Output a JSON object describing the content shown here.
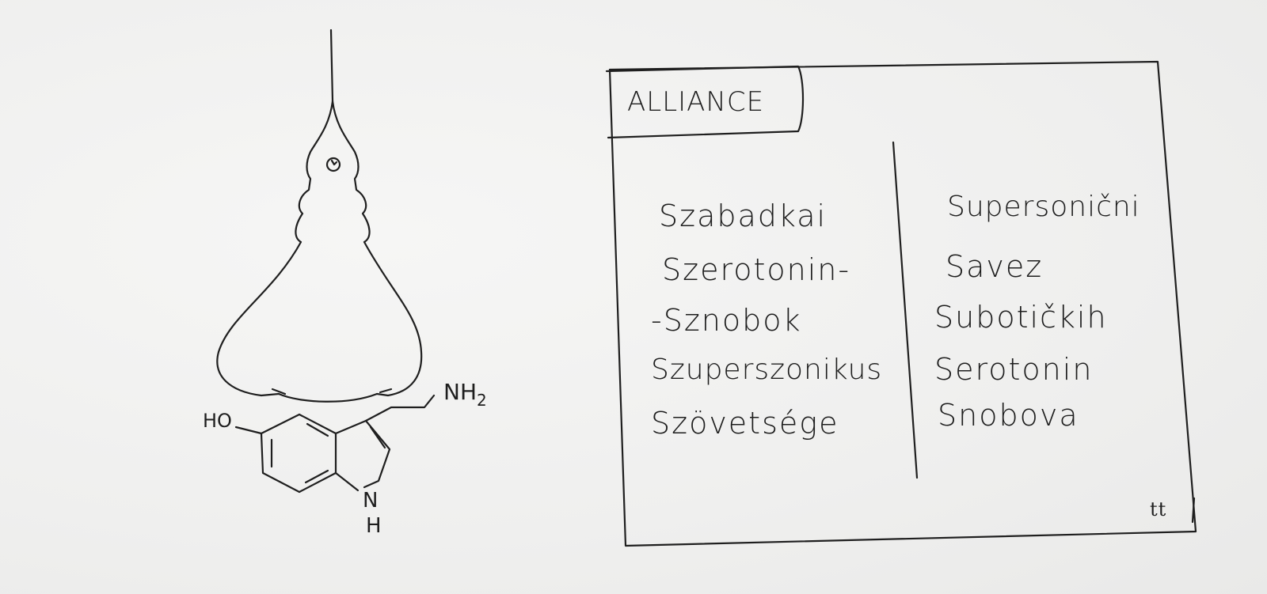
{
  "drawing": {
    "molecule_labels": {
      "hydroxyl": "HO",
      "amine": "NH",
      "amine_subscript": "2",
      "ring_n": "N",
      "ring_h": "H"
    },
    "sign": {
      "tab_label": "ALLIANCE",
      "left_column": [
        "Szabadkai",
        "Szerotonin-",
        "-Sznobok",
        "Szuperszonikus",
        "Szövetsége"
      ],
      "right_column": [
        "Supersonični",
        "Savez",
        "Subotičkih",
        "Serotonin",
        "Snobova"
      ],
      "initials": "tt"
    }
  }
}
